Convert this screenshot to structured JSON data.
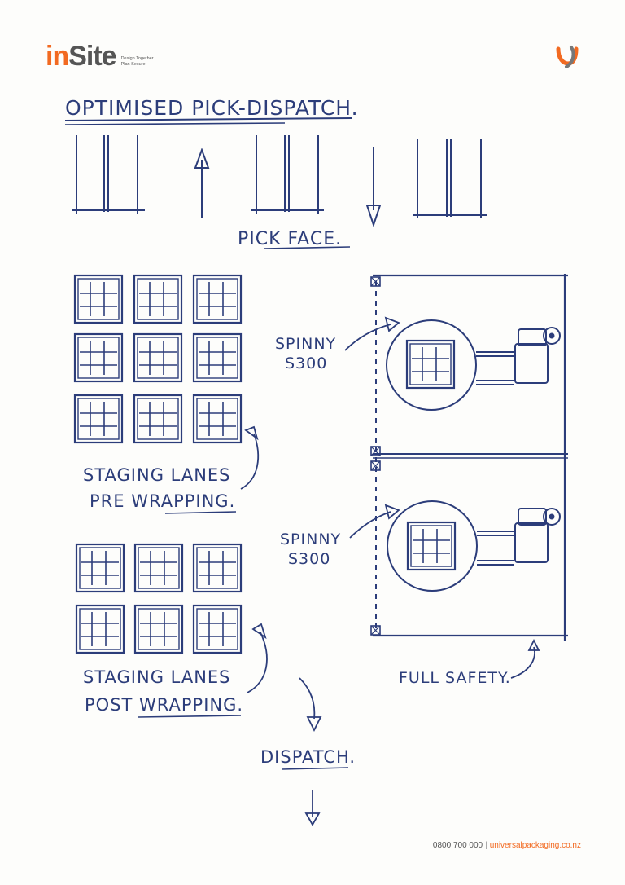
{
  "logo": {
    "prefix": "in",
    "name": "Site",
    "tagline_1": "Design Together.",
    "tagline_2": "Plan Secure."
  },
  "title": "OPTIMISED PICK-DISPATCH.",
  "labels": {
    "pick_face": "PICK FACE.",
    "spinny_top_1": "SPINNY",
    "spinny_top_2": "S300",
    "spinny_bottom_1": "SPINNY",
    "spinny_bottom_2": "S300",
    "staging_pre_1": "STAGING LANES",
    "staging_pre_2": "PRE WRAPPING.",
    "staging_post_1": "STAGING LANES",
    "staging_post_2": "POST WRAPPING.",
    "full_safety": "FULL SAFETY.",
    "dispatch": "DISPATCH."
  },
  "footer": {
    "phone": "0800 700 000",
    "url": "universalpackaging.co.nz"
  },
  "colors": {
    "ink": "#2c3d7a",
    "brand_orange": "#f26a21",
    "brand_grey": "#555555"
  },
  "icons": [
    "brand-mark-icon",
    "arrow-up-icon",
    "arrow-down-icon"
  ]
}
